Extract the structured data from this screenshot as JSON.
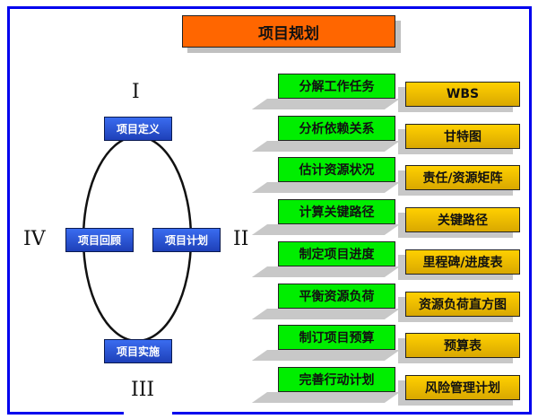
{
  "title": "项目规划",
  "cycle": {
    "phases": [
      "项目定义",
      "项目计划",
      "项目实施",
      "项目回顾"
    ],
    "numerals": [
      "I",
      "II",
      "III",
      "IV"
    ]
  },
  "steps": [
    "分解工作任务",
    "分析依赖关系",
    "估计资源状况",
    "计算关键路径",
    "制定项目进度",
    "平衡资源负荷",
    "制订项目预算",
    "完善行动计划"
  ],
  "outputs": [
    "WBS",
    "甘特图",
    "责任/资源矩阵",
    "关键路径",
    "里程碑/进度表",
    "资源负荷直方图",
    "预算表",
    "风险管理计划"
  ],
  "colors": {
    "frame": "#0000ee",
    "title": "#ff6600",
    "phase": "#2a55d8",
    "step": "#00ee00",
    "output": "#f5c400"
  }
}
